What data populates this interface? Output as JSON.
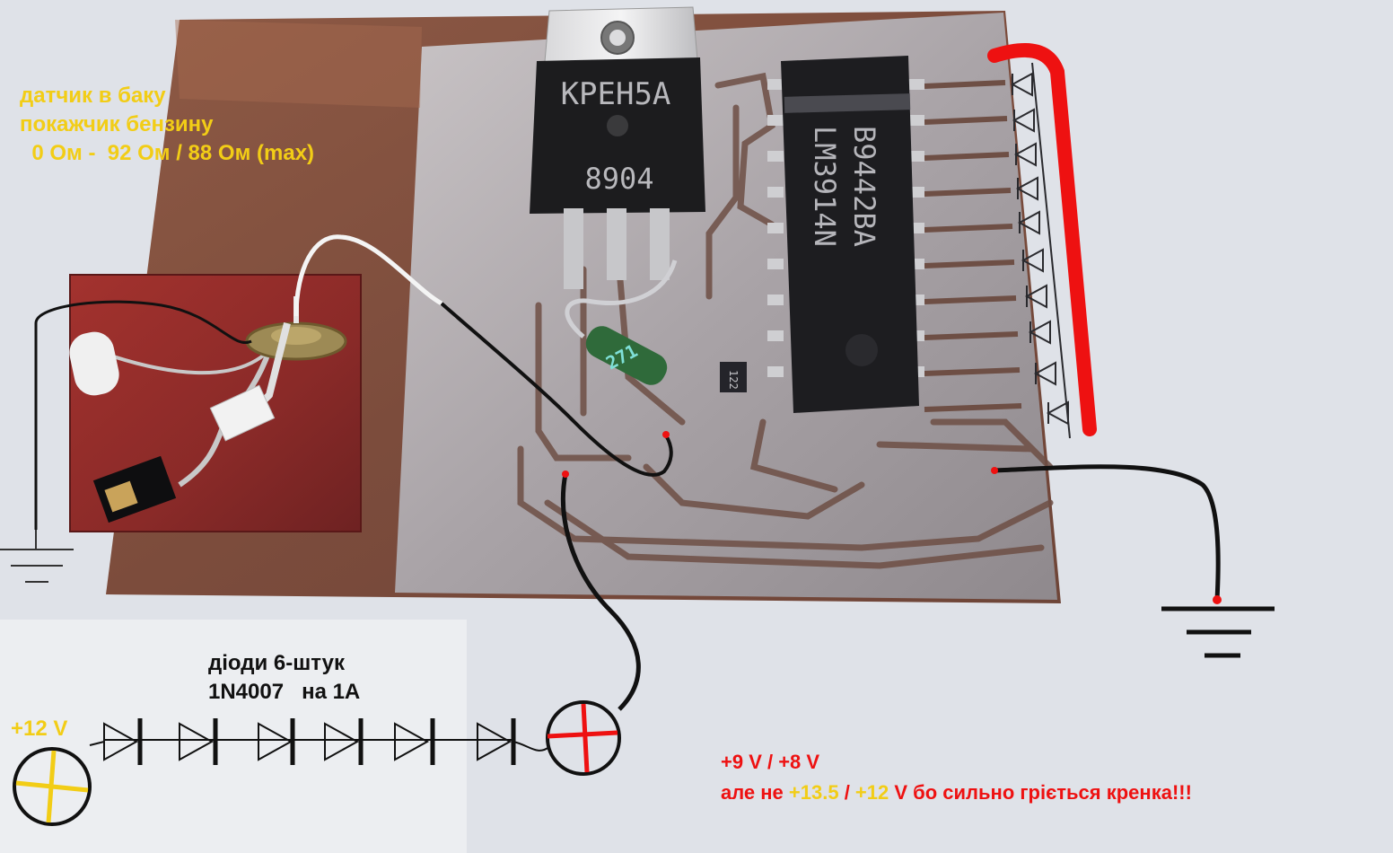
{
  "colors": {
    "label_yellow": "#f2cd16",
    "label_red": "#ee1111",
    "label_black": "#111111",
    "wire_red": "#ee1111",
    "pcb_copper": "#8a5a47",
    "pcb_tin": "#b9b3b6"
  },
  "components": {
    "regulator": {
      "line1": "КРЕН5А",
      "line2": "8904"
    },
    "chip": {
      "line1": "B9442BA",
      "line2": "LM3914N"
    },
    "resistor": {
      "code": "271"
    },
    "smd": {
      "code": "122"
    }
  },
  "annotations": {
    "sensor": {
      "line1": "датчик в баку",
      "line2": "покажчик бензину",
      "line3": "  0 Ом -  92 Ом / 88 Ом (max)"
    },
    "diodes": {
      "line1": "діоди 6-штук",
      "line2": "1N4007   на 1А"
    },
    "input_voltage": "+12 V",
    "supply": {
      "line1": "+9 V / +8 V",
      "line2_a": "але не ",
      "line2_b": "+13.5",
      "line2_c": " / ",
      "line2_d": "+12",
      "line2_e": " V бо сильно гріється кренка!!!"
    }
  },
  "icons": [
    "ground-symbol-icon",
    "diode-symbol-icon",
    "terminal-symbol-icon"
  ]
}
